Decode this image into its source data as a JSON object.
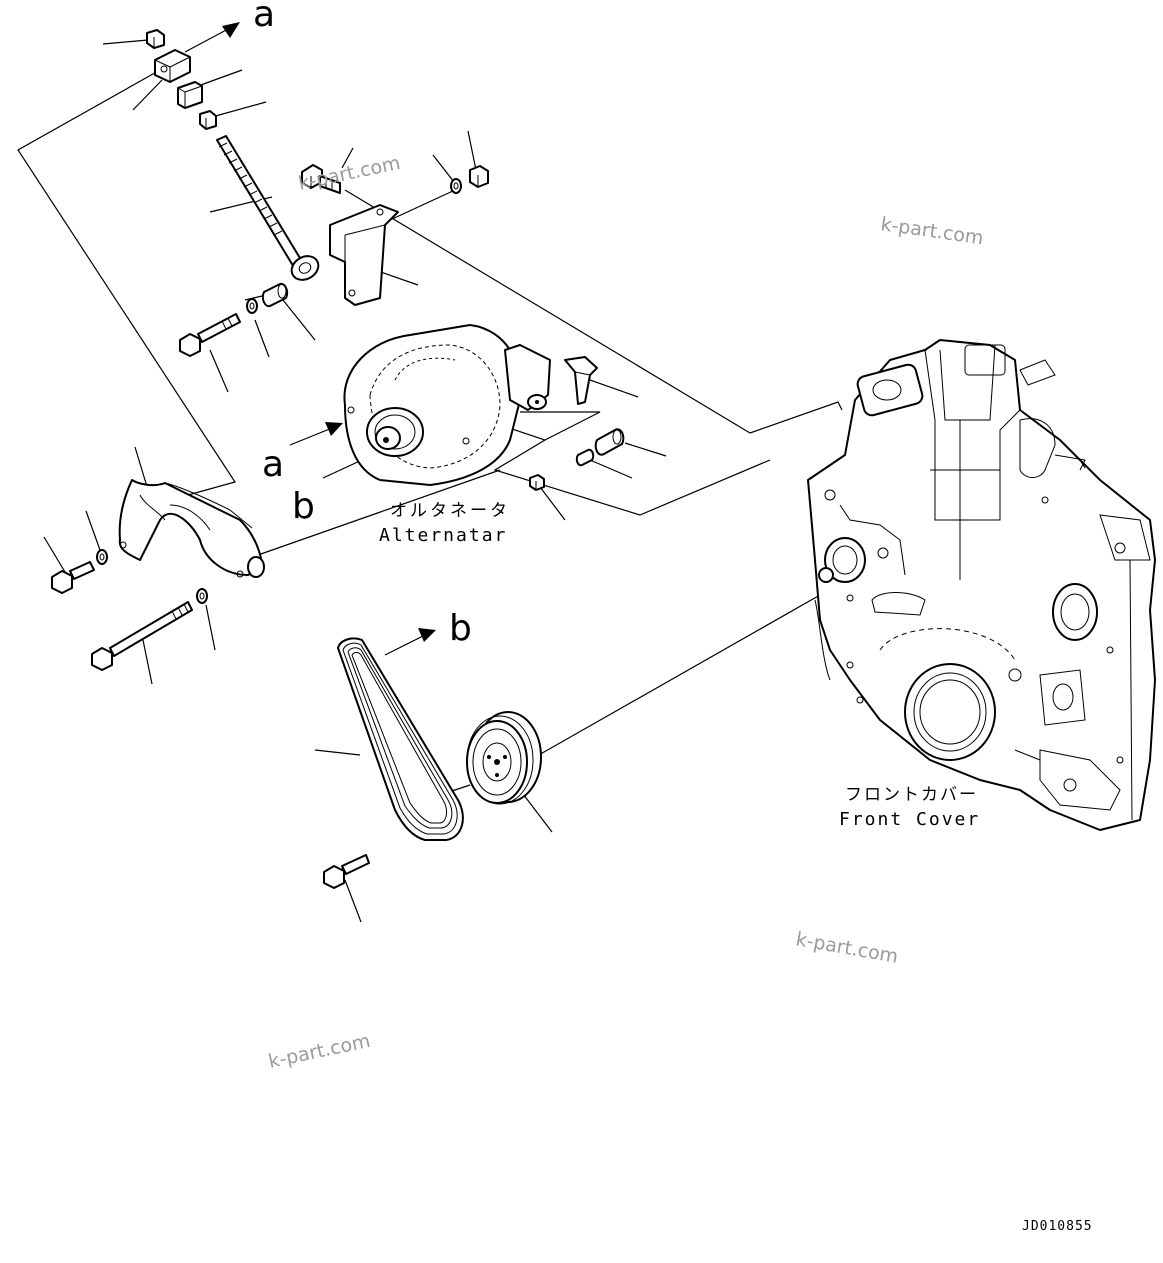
{
  "callouts": {
    "a_top": "a",
    "a_left": "a",
    "b_left": "b",
    "b_belt": "b"
  },
  "labels": {
    "alternator_jp": "オルタネータ",
    "alternator_en": "Alternatar",
    "front_cover_jp": "フロントカバー",
    "front_cover_en": "Front Cover"
  },
  "drawing_id": "JD010855",
  "watermarks": [
    "k-part.com",
    "k-part.com",
    "k-part.com",
    "k-part.com"
  ],
  "colors": {
    "line": "#000000",
    "watermark": "#9a9a9a",
    "background": "#ffffff"
  }
}
